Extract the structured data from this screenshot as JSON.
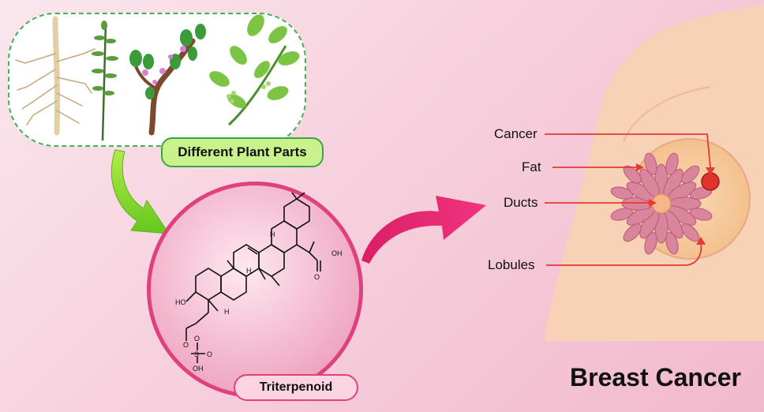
{
  "plants": {
    "label": "Different Plant Parts"
  },
  "compound": {
    "label": "Triterpenoid",
    "atoms": {
      "ho": "HO",
      "cooh": "OH",
      "o_link": "O",
      "o_top": "O",
      "o_bot": "O",
      "s": "S",
      "o_right": "O",
      "oh_bottom": "OH",
      "h1": "H",
      "h2": "H",
      "h3": "H"
    }
  },
  "anatomy": {
    "title": "Breast Cancer",
    "labels": {
      "cancer": "Cancer",
      "fat": "Fat",
      "ducts": "Ducts",
      "lobules": "Lobules"
    }
  },
  "colors": {
    "green_border": "#3fb34f",
    "pink_accent": "#e0407e",
    "arrow_pink": "#e8307a",
    "arrow_green": "#8bd62a",
    "label_arrow_red": "#e53935"
  }
}
